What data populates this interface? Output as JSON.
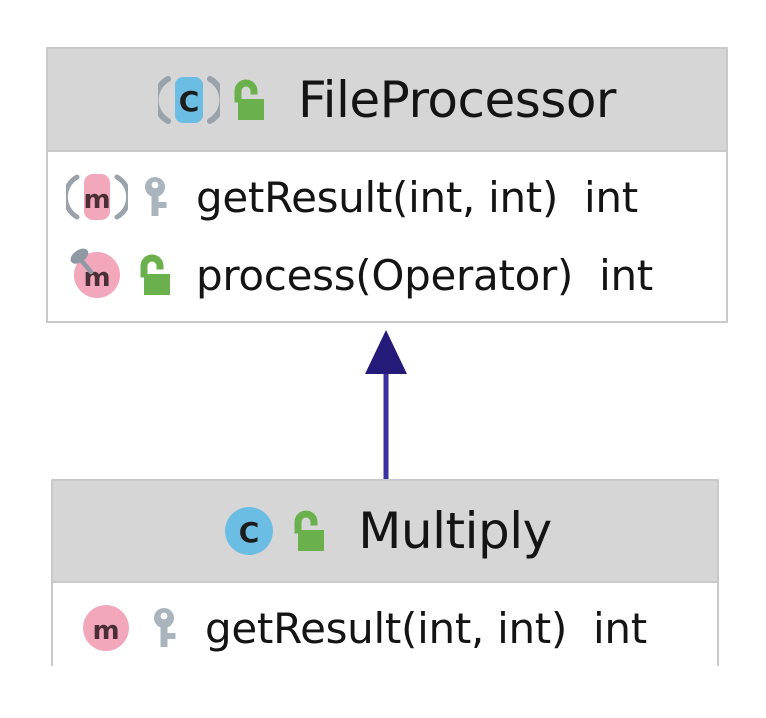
{
  "diagram": {
    "type": "uml-class-diagram",
    "colors": {
      "header_background": "#d6d6d6",
      "box_border": "#c9c9c9",
      "box_background": "#ffffff",
      "class_icon_blue": "#6cbde3",
      "method_icon_pink": "#f2a7bb",
      "public_lock_green": "#6ab04c",
      "protected_key_grey": "#aab4bd",
      "abstract_arc_grey": "#9aa3ab",
      "arrow_navy": "#241a7a",
      "text": "#141414"
    },
    "classes": [
      {
        "name": "FileProcessor",
        "kind_icon": "abstract-class-icon",
        "kind_letter": "C",
        "visibility_icon": "public-lock-icon",
        "members": [
          {
            "signature": "getResult(int, int)",
            "return_type": "int",
            "kind_icon": "abstract-method-icon",
            "kind_letter": "m",
            "visibility_icon": "protected-key-icon"
          },
          {
            "signature": "process(Operator)",
            "return_type": "int",
            "kind_icon": "overriding-method-icon",
            "kind_letter": "m",
            "visibility_icon": "public-lock-icon"
          }
        ]
      },
      {
        "name": "Multiply",
        "kind_icon": "class-icon",
        "kind_letter": "C",
        "visibility_icon": "public-lock-icon",
        "members": [
          {
            "signature": "getResult(int, int)",
            "return_type": "int",
            "kind_icon": "method-icon",
            "kind_letter": "m",
            "visibility_icon": "protected-key-icon"
          }
        ]
      }
    ],
    "relationship": {
      "name": "generalization-arrow",
      "from": "Multiply",
      "to": "FileProcessor",
      "style": "solid-line-closed-filled-arrowhead"
    }
  }
}
